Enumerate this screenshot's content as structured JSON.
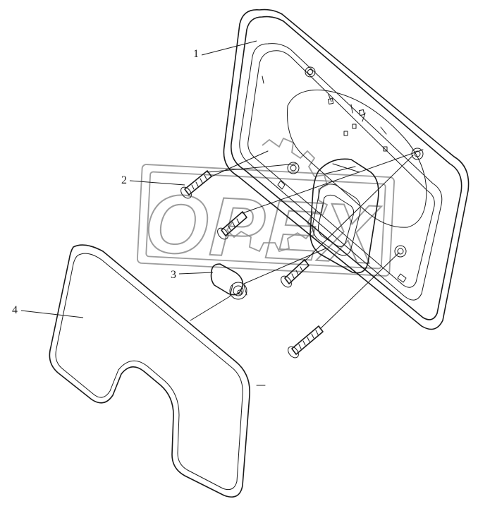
{
  "watermark": {
    "text": "OPEX"
  },
  "callouts": [
    {
      "id": "1",
      "label": "1"
    },
    {
      "id": "2",
      "label": "2"
    },
    {
      "id": "3",
      "label": "3"
    },
    {
      "id": "4",
      "label": "4"
    }
  ]
}
